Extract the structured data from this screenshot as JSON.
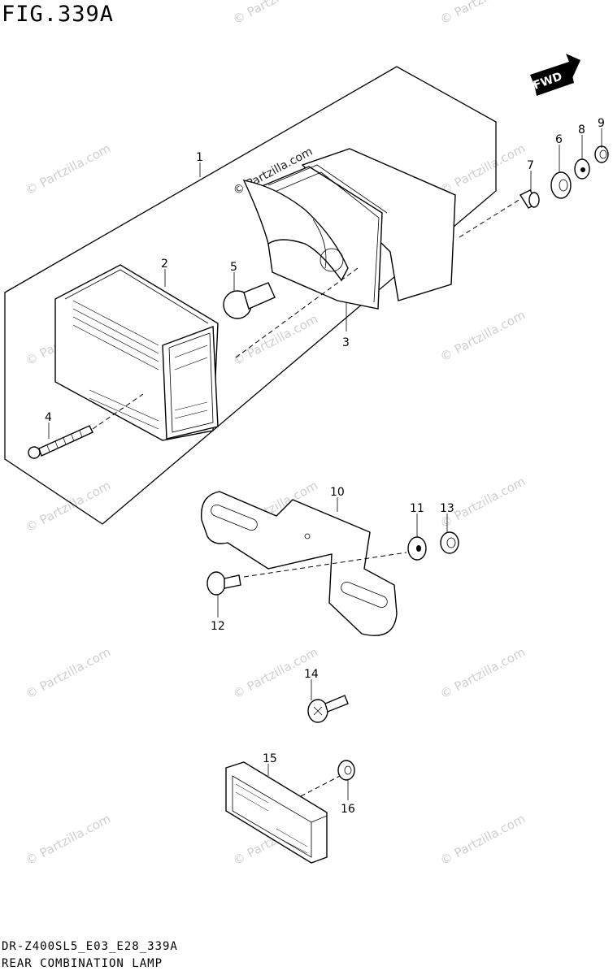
{
  "figure": {
    "title": "FIG.339A",
    "model_code": "DR-Z400SL5_E03_E28_339A",
    "name": "REAR COMBINATION LAMP"
  },
  "direction_label": "FWD",
  "watermark": "© Partzilla.com",
  "callouts": [
    "1",
    "2",
    "3",
    "4",
    "5",
    "6",
    "7",
    "8",
    "9",
    "10",
    "11",
    "12",
    "13",
    "14",
    "15",
    "16"
  ]
}
